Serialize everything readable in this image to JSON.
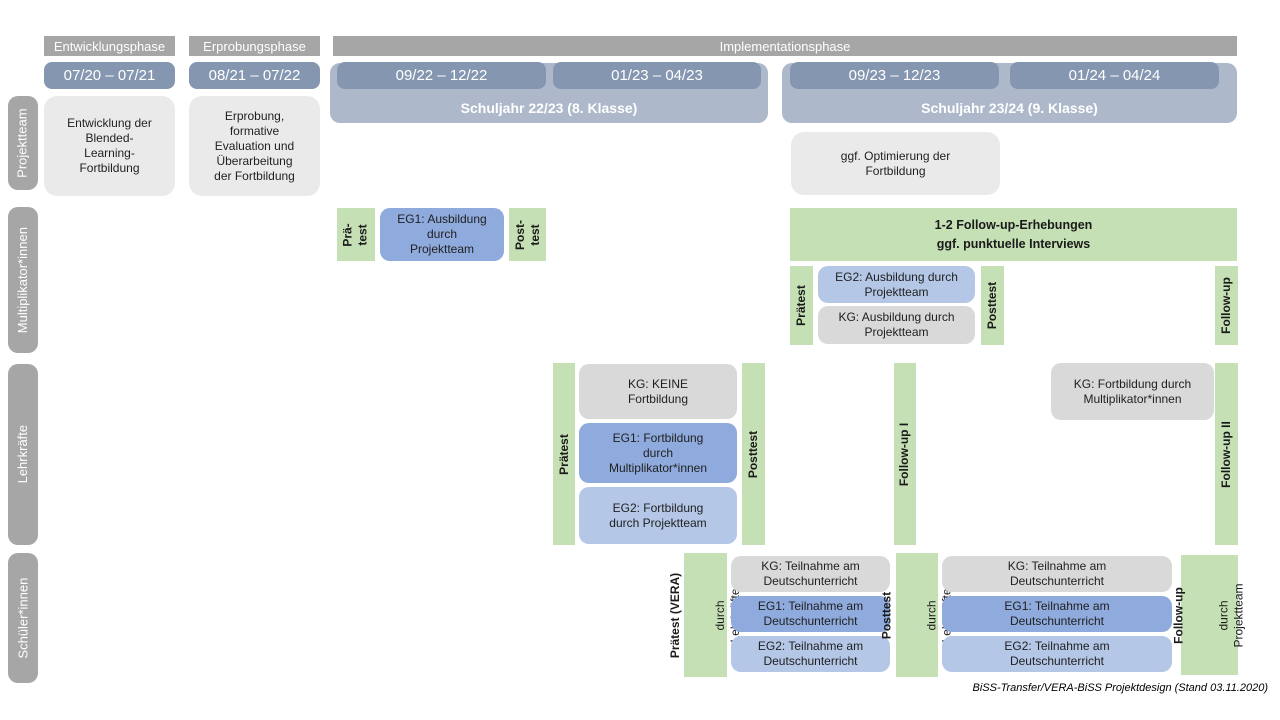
{
  "colors": {
    "phase_header": "#a6a6a6",
    "date_bar": "#8496b0",
    "year_bar": "#adb9ca",
    "green": "#c5e0b4",
    "eg1_blue": "#8faadc",
    "eg2_blue": "#b4c7e7",
    "kg_gray": "#d9d9d9",
    "light_gray": "#ebeaea",
    "row_label": "#a6a6a6"
  },
  "header": {
    "phases": {
      "entwicklung": "Entwicklungsphase",
      "erprobung": "Erprobungsphase",
      "implementation": "Implementationsphase"
    },
    "dates": {
      "d1": "07/20 – 07/21",
      "d2": "08/21 – 07/22",
      "d3": "09/22 – 12/22",
      "d4": "01/23 – 04/23",
      "d5": "09/23 – 12/23",
      "d6": "01/24 – 04/24"
    },
    "school_years": {
      "y1": "Schuljahr 22/23 (8. Klasse)",
      "y2": "Schuljahr 23/24 (9. Klasse)"
    }
  },
  "rows": {
    "projektteam": {
      "label": "Projektteam",
      "entwicklung_box": "Entwicklung der\nBlended-\nLearning-\nFortbildung",
      "erprobung_box": "Erprobung,\nformative\nEvaluation und\nÜberarbeitung\nder Fortbildung",
      "optimierung_box": "ggf. Optimierung der\nFortbildung"
    },
    "multiplikatoren": {
      "label": "Multiplikator*innen",
      "praetest_small": "Prä-\ntest",
      "eg1_box": "EG1: Ausbildung\ndurch\nProjektteam",
      "posttest_small": "Post-\ntest",
      "followup_banner": "1-2 Follow-up-Erhebungen\nggf. punktuelle Interviews",
      "praetest": "Prätest",
      "eg2_box": "EG2: Ausbildung durch\nProjektteam",
      "kg_box": "KG: Ausbildung durch\nProjektteam",
      "posttest": "Posttest",
      "followup": "Follow-up"
    },
    "lehrkraefte": {
      "label": "Lehrkräfte",
      "praetest": "Prätest",
      "kg_box": "KG: KEINE\nFortbildung",
      "eg1_box": "EG1: Fortbildung\ndurch\nMultiplikator*innen",
      "eg2_box": "EG2: Fortbildung\ndurch Projektteam",
      "posttest": "Posttest",
      "followup1": "Follow-up I",
      "kg_box2": "KG: Fortbildung durch\nMultiplikator*innen",
      "followup2": "Follow-up II"
    },
    "schueler": {
      "label": "Schüler*innen",
      "praetest_title": "Prätest (VERA)",
      "praetest_sub": "durch Lehrkräfte",
      "kg_box": "KG: Teilnahme am\nDeutschunterricht",
      "eg1_box": "EG1: Teilnahme am\nDeutschunterricht",
      "eg2_box": "EG2: Teilnahme am\nDeutschunterricht",
      "posttest_title": "Posttest",
      "posttest_sub": "durch Lehrkräfte",
      "followup_title": "Follow-up",
      "followup_sub": "durch\nProjektteam"
    }
  },
  "footer": "BiSS-Transfer/VERA-BiSS Projektdesign (Stand 03.11.2020)"
}
